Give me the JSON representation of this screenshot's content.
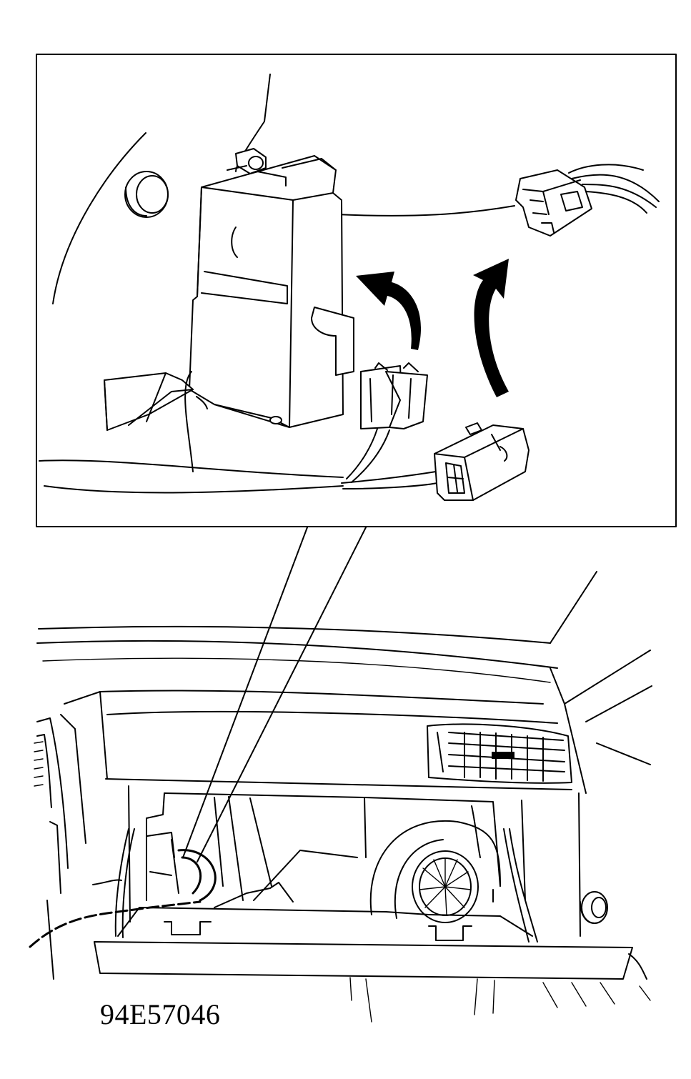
{
  "figure": {
    "id_label": "94E57046"
  },
  "colors": {
    "line": "#000000",
    "background": "#ffffff"
  },
  "icons": {
    "arrow_left": "curved-arrow-up-left",
    "arrow_right": "curved-arrow-up"
  }
}
